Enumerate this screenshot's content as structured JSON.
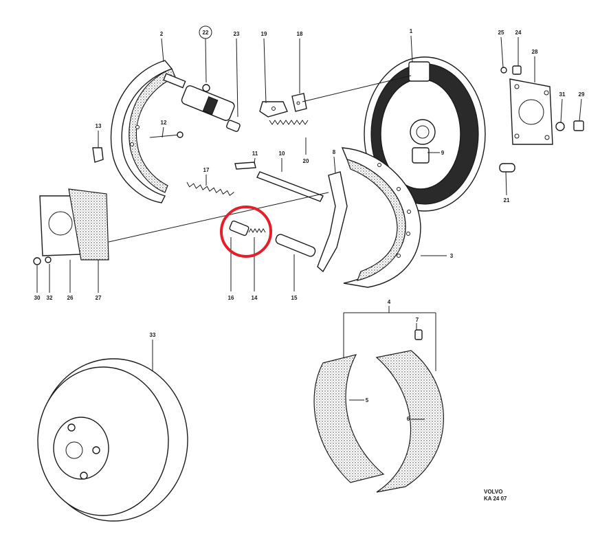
{
  "part_labels": {
    "p1": "1",
    "p2": "2",
    "p3": "3",
    "p4": "4",
    "p5": "5",
    "p6": "6",
    "p7": "7",
    "p8": "8",
    "p9": "9",
    "p10": "10",
    "p11": "11",
    "p12": "12",
    "p13": "13",
    "p14": "14",
    "p15": "15",
    "p16": "16",
    "p17": "17",
    "p18": "18",
    "p19": "19",
    "p20": "20",
    "p21": "21",
    "p22": "22",
    "p23": "23",
    "p24": "24",
    "p25": "25",
    "p26": "26",
    "p27": "27",
    "p28": "28",
    "p29": "29",
    "p30": "30",
    "p31": "31",
    "p32": "32",
    "p33": "33"
  },
  "caption": {
    "line1": "VOLVO",
    "line2": "KA 24 07"
  },
  "highlight": {
    "color": "#e3202a",
    "target_part": "16"
  }
}
